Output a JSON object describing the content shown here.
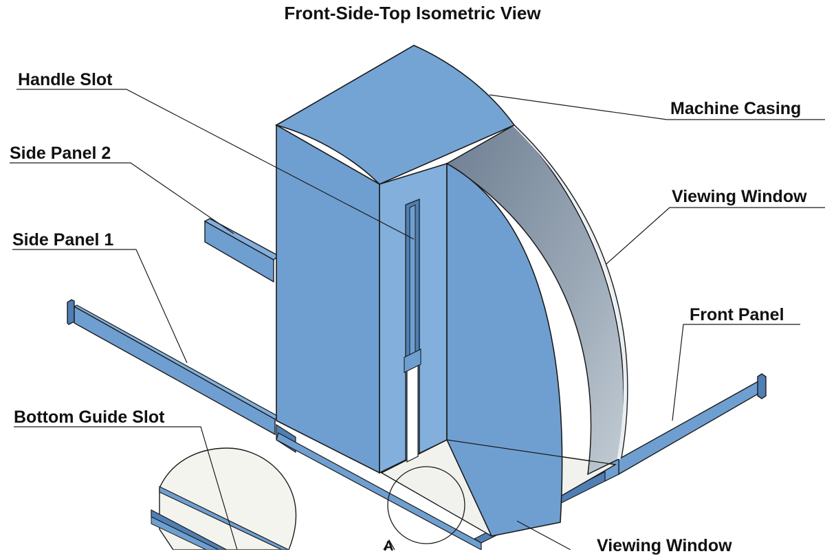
{
  "title": "Front-Side-Top Isometric View",
  "labels": {
    "handle_slot": "Handle Slot",
    "side_panel_2": "Side Panel 2",
    "side_panel_1": "Side Panel 1",
    "bottom_guide_slot": "Bottom Guide Slot",
    "machine_casing": "Machine Casing",
    "viewing_window_upper": "Viewing Window",
    "front_panel": "Front Panel",
    "viewing_window_lower": "Viewing Window",
    "detail_marker": "A"
  },
  "colors": {
    "panel_blue": "#6f9fd0",
    "panel_blue_light": "#82afdc",
    "panel_blue_dark": "#4f7fb4",
    "window_gray": "#8e9cab",
    "floor_white": "#f1f1ee",
    "outline": "#1a1a1a"
  }
}
